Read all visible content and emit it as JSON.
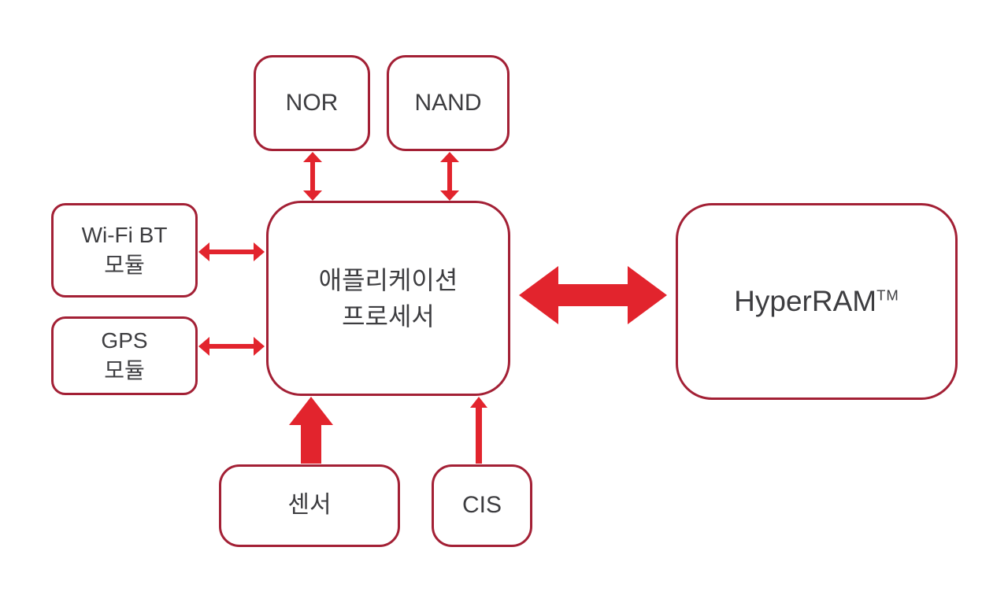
{
  "diagram": {
    "colors": {
      "box_border": "#a32035",
      "arrow": "#e2242d",
      "text": "#3d3d40",
      "background": "#ffffff"
    },
    "nodes": {
      "nor": {
        "label": "NOR"
      },
      "nand": {
        "label": "NAND"
      },
      "wifi_bt": {
        "line1": "Wi-Fi BT",
        "line2": "모듈"
      },
      "gps": {
        "line1": "GPS",
        "line2": "모듈"
      },
      "app_processor": {
        "line1": "애플리케이션",
        "line2": "프로세서"
      },
      "hyperram": {
        "name": "HyperRAM",
        "trademark": "TM"
      },
      "sensor": {
        "label": "센서"
      },
      "cis": {
        "label": "CIS"
      }
    },
    "connections": [
      {
        "from": "nor",
        "to": "app_processor",
        "direction": "bidirectional",
        "style": "thin",
        "orientation": "vertical"
      },
      {
        "from": "nand",
        "to": "app_processor",
        "direction": "bidirectional",
        "style": "thin",
        "orientation": "vertical"
      },
      {
        "from": "wifi_bt",
        "to": "app_processor",
        "direction": "bidirectional",
        "style": "thin",
        "orientation": "horizontal"
      },
      {
        "from": "gps",
        "to": "app_processor",
        "direction": "bidirectional",
        "style": "thin",
        "orientation": "horizontal"
      },
      {
        "from": "app_processor",
        "to": "hyperram",
        "direction": "bidirectional",
        "style": "thick",
        "orientation": "horizontal"
      },
      {
        "from": "sensor",
        "to": "app_processor",
        "direction": "one-way-up",
        "style": "thick",
        "orientation": "vertical"
      },
      {
        "from": "cis",
        "to": "app_processor",
        "direction": "one-way-up",
        "style": "thin",
        "orientation": "vertical"
      }
    ]
  }
}
